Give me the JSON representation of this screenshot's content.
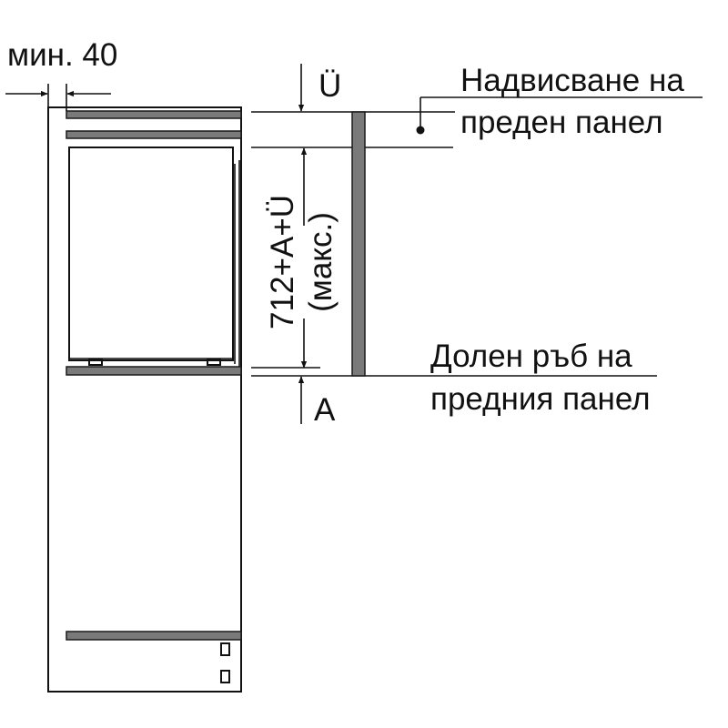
{
  "labels": {
    "min_gap": "мин. 40",
    "overhang_symbol": "Ü",
    "overhang_label_line1": "Надвисване на",
    "overhang_label_line2": "преден панел",
    "height_line1": "712+A+Ü",
    "height_line2": "(макс.)",
    "a_symbol": "A",
    "bottom_label_line1": "Долен ръб на",
    "bottom_label_line2": "предния панел"
  },
  "colors": {
    "line": "#111111",
    "panel_fill": "#7a7a7a",
    "background": "#ffffff"
  }
}
